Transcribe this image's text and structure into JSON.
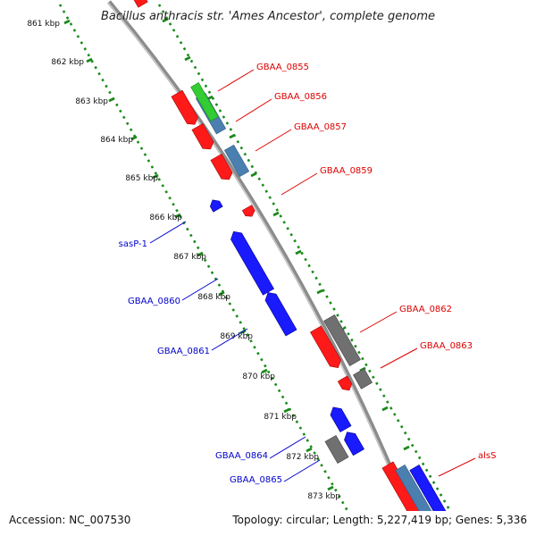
{
  "title": "Bacillus anthracis str. 'Ames Ancestor', complete genome",
  "footer": {
    "accession": "Accession: NC_007530",
    "topology": "Topology: circular; Length: 5,227,419 bp; Genes: 5,336"
  },
  "colors": {
    "backbone": "#8c8c8c",
    "tick_ring": "#1a8a1a",
    "forward_cds": "#ff1a1a",
    "reverse_cds": "#1a1aff",
    "gene_blue": "#4a7fb0",
    "rna_gray": "#707070",
    "green_feature": "#33cc33",
    "forward_label": "#dd0000",
    "reverse_label": "#0000cc"
  },
  "ticks": [
    "861 kbp",
    "862 kbp",
    "863 kbp",
    "864 kbp",
    "865 kbp",
    "866 kbp",
    "867 kbp",
    "868 kbp",
    "869 kbp",
    "870 kbp",
    "871 kbp",
    "872 kbp",
    "873 kbp"
  ],
  "forward_labels": [
    "GBAA_0855",
    "GBAA_0856",
    "GBAA_0857",
    "GBAA_0859",
    "GBAA_0862",
    "GBAA_0863",
    "alsS"
  ],
  "reverse_labels": [
    "sasP-1",
    "GBAA_0860",
    "GBAA_0861",
    "GBAA_0864",
    "GBAA_0865"
  ]
}
